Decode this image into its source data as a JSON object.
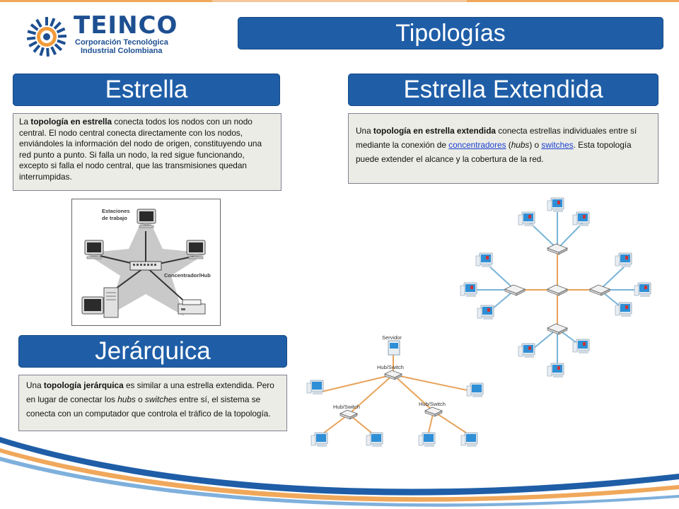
{
  "logo": {
    "name": "TEINCO",
    "subtitle_line1": "Corporación Tecnológica",
    "subtitle_line2": "Industrial Colombiana"
  },
  "page_title": "Tipologías",
  "sections": {
    "estrella": {
      "heading": "Estrella",
      "text": {
        "t1": "La ",
        "b1": "topología en estrella",
        "t2": " conecta todos los nodos con un nodo central. El nodo central conecta directamente con los nodos, enviándoles la información del nodo de origen, constituyendo una red punto a punto. Si falla un nodo, la red sigue funcionando, excepto si falla el nodo central, que las transmisiones quedan interrumpidas."
      },
      "figure_labels": {
        "stations_line1": "Estaciones",
        "stations_line2": "de trabajo",
        "hub": "Concentrador/Hub"
      }
    },
    "extendida": {
      "heading": "Estrella Extendida",
      "text": {
        "t1": "Una ",
        "b1": "topología en estrella extendida",
        "t2": " conecta estrellas individuales entre sí mediante la conexión de ",
        "link1": "concentradores",
        "t3": " (",
        "i1": "hubs",
        "t4": ") o ",
        "link2": "switches",
        "t5": ". Esta topología puede extender el alcance y la cobertura de la red."
      }
    },
    "jerarquica": {
      "heading": "Jerárquica",
      "text": {
        "t1": "Una ",
        "b1": "topología jerárquica",
        "t2": " es similar a una estrella extendida. Pero en lugar de conectar los ",
        "i1": "hubs",
        "t3": " o ",
        "i2": "switches",
        "t4": " entre sí, el sistema se conecta con un computador que controla el tráfico de la topología."
      },
      "figure_labels": {
        "server": "Servidor",
        "hub_top": "Hub/Switch",
        "hub_left": "Hub/Switch",
        "hub_right": "Hub/Switch"
      }
    }
  },
  "colors": {
    "banner": "#1f5ea7",
    "text_box": "#ecece6",
    "link": "#1a3fd1",
    "orange_line": "#e8a35a",
    "blue_line": "#79b4d8"
  }
}
